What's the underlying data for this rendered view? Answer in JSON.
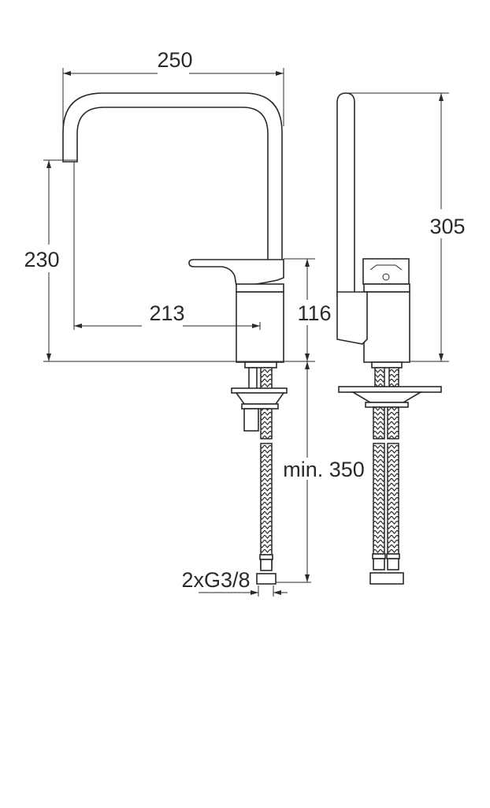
{
  "title": "Kitchen faucet dimension drawing",
  "dimensions": {
    "spout_reach_width": "250",
    "spout_outlet_height": "230",
    "outlet_to_body": "213",
    "body_height": "116",
    "total_height": "305",
    "hose_length": "min. 350",
    "connection_thread": "2xG3/8"
  },
  "colors": {
    "line": "#2a2a2a",
    "background": "#ffffff"
  }
}
